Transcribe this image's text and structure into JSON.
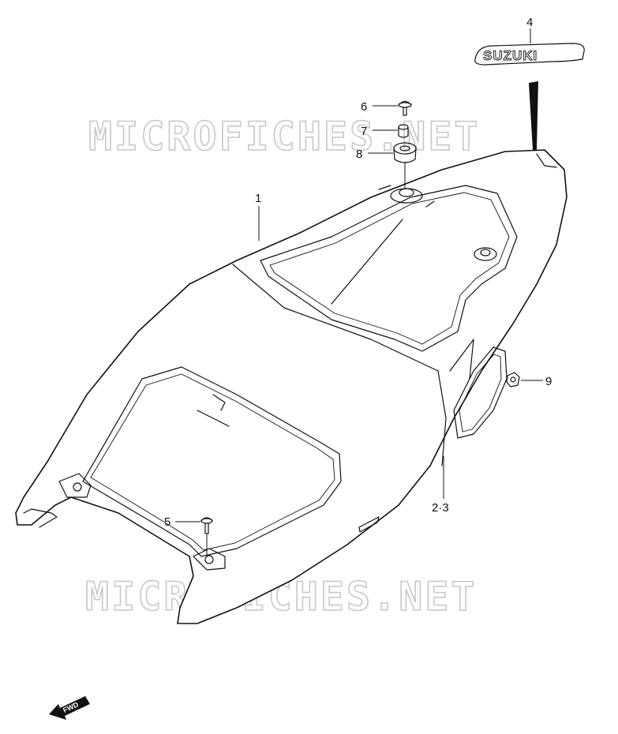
{
  "watermarks": [
    "MICROFICHES.NET",
    "MICROFICHES.NET"
  ],
  "emblem": {
    "text": "SUZUKI"
  },
  "direction": {
    "text": "FWD"
  },
  "callouts": [
    {
      "id": "1",
      "label": "1"
    },
    {
      "id": "2-3",
      "label": "2·3"
    },
    {
      "id": "4",
      "label": "4"
    },
    {
      "id": "5",
      "label": "5"
    },
    {
      "id": "6",
      "label": "6"
    },
    {
      "id": "7",
      "label": "7"
    },
    {
      "id": "8",
      "label": "8"
    },
    {
      "id": "9",
      "label": "9"
    }
  ],
  "colors": {
    "line": "#111111",
    "watermark": "#c8c8c8",
    "background": "#ffffff"
  }
}
